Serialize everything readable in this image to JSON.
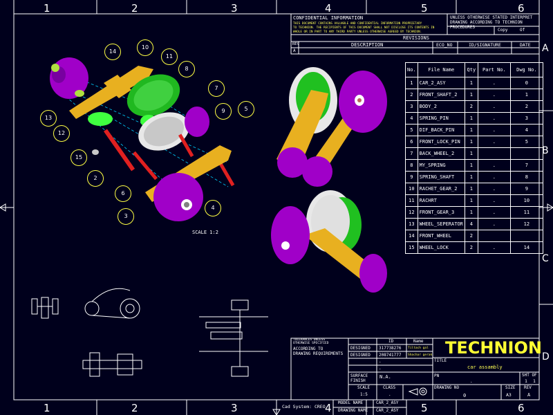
{
  "grid": {
    "columns": [
      "1",
      "2",
      "3",
      "4",
      "5",
      "6"
    ],
    "rows": [
      "A",
      "B",
      "C",
      "D"
    ]
  },
  "confidential": {
    "title": "CONFIDENTIAL INFORMATION",
    "line1": "THIS DOCUMENT CONTAINS VALUABLE AND CONFIDENTIAL INFORMATION PROPRIETARY",
    "line2": "TO TECHNION. THE RECIPIENTS OF THIS DOCUMENT SHALL NOT DISCLOSE ITS CONTENTS IN",
    "line3": "WHOLE OR IN PART TO ANY THIRD PARTY UNLESS OTHERWISE AGREED BY TECHNION."
  },
  "interpret": {
    "line1": "UNLESS OTHERWISE STATED INTERPRET",
    "line2": "DRAWING ACCORDING TO TECHNION",
    "line3": "PROCEDURES",
    "copy_label": "Copy",
    "of_label": "Of"
  },
  "revisions": {
    "title": "REVISIONS",
    "headers": [
      "REV",
      "DESCRIPTION",
      "ECO_NO",
      "ID/SIGNATURE",
      "DATE"
    ],
    "row": [
      "A",
      "",
      "",
      "",
      ""
    ]
  },
  "bom": {
    "headers": [
      "No.",
      "File Name",
      "Qty",
      "Part No.",
      "Dwg No."
    ],
    "rows": [
      [
        "1",
        "CAR_2_ASY",
        "1",
        ".",
        "0"
      ],
      [
        "2",
        "FRONT_SHAFT_2",
        "1",
        ".",
        "1"
      ],
      [
        "3",
        "BODY_2",
        "2",
        ".",
        "2"
      ],
      [
        "4",
        "SPRING_PIN",
        "1",
        ".",
        "3"
      ],
      [
        "5",
        "DIF_BACK_PIN",
        "1",
        ".",
        "4"
      ],
      [
        "6",
        "FRONT_LOCK_PIN",
        "1",
        ".",
        "5"
      ],
      [
        "7",
        "BACK_WHEEL_2",
        "1",
        "",
        ""
      ],
      [
        "8",
        "MY_SPRING",
        "1",
        ".",
        "7"
      ],
      [
        "9",
        "SPRING_SHAFT",
        "1",
        ".",
        "8"
      ],
      [
        "10",
        "RACHET_GEAR_2",
        "1",
        ".",
        "9"
      ],
      [
        "11",
        "RACHRT",
        "1",
        ".",
        "10"
      ],
      [
        "12",
        "FRONT_GEAR_3",
        "1",
        ".",
        "11"
      ],
      [
        "13",
        "WHEEL_SEPERATOR",
        "4",
        ".",
        "12"
      ],
      [
        "14",
        "FRONT_WHEEL",
        "2",
        "",
        ""
      ],
      [
        "15",
        "WHEEL_LOCK",
        "2",
        ".",
        "14"
      ]
    ]
  },
  "balloons": [
    "14",
    "10",
    "11",
    "8",
    "7",
    "9",
    "5",
    "13",
    "12",
    "15",
    "2",
    "6",
    "3",
    "4"
  ],
  "scale_note": "SCALE 1:2",
  "title_block": {
    "tolerances_line1": "TOLERANCES UNLESS",
    "tolerances_line2": "OTHERWISE SPECIFIED",
    "according_line1": "ACCORDING TO",
    "according_line2": "DRAWING REQUIREMENTS",
    "id_header": "ID",
    "name_header": "Name",
    "designed_label": "DESIGNED",
    "designer1_id": "317738276",
    "designer1_name": "Tiltach gal",
    "designer2_id": "208741777",
    "designer2_name": "Shachar gerak",
    "dot1": ".",
    "dot2": ".",
    "logo": "TECHNION",
    "title_label": "TITLE",
    "title_value": "car assambly",
    "surface_label1": "SURFACE",
    "surface_label2": "FINISH",
    "surface_value": "N.A.",
    "pn_label": "PN",
    "pn_value": ".",
    "sht_label": "SHT OF",
    "sht_value": "1",
    "sht_of_value": "1",
    "scale_label": "SCALE",
    "scale_value": "1:5",
    "class_label": "CLASS",
    "class_value": ".",
    "drawing_no_label": "DRAWING NO",
    "drawing_no_value": "0",
    "size_label": "SIZE",
    "size_value": "A3",
    "rev_label": "REV",
    "rev_value": "A",
    "cad_system": "Cad System: CREO",
    "model_name_label": "MODEL NAME",
    "model_name_value": "CAR_2_ASY",
    "drawing_name_label": "DRAWING NAME",
    "drawing_name_value": "CAR_2_ASY"
  },
  "colors": {
    "background": "#00001c",
    "border": "#ffffff",
    "accent_yellow": "#ffff33",
    "wheel": "#a000c8",
    "body": "#e0b020",
    "gear": "#20c820",
    "pin": "#e02020",
    "spring": "#e8e8e8"
  }
}
